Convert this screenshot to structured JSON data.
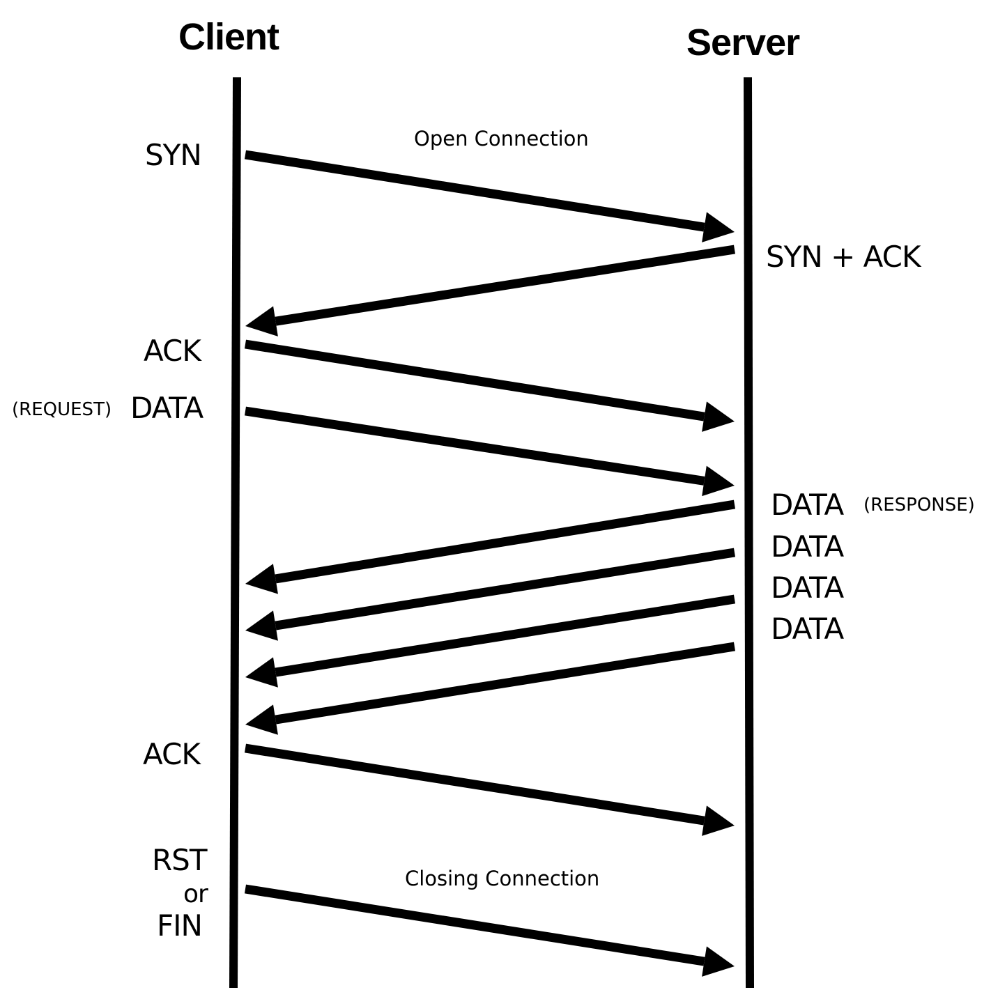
{
  "diagram": {
    "type": "sequence",
    "participants": [
      {
        "id": "client",
        "label": "Client"
      },
      {
        "id": "server",
        "label": "Server"
      }
    ],
    "annotations": {
      "open": "Open Connection",
      "close": "Closing Connection"
    },
    "messages": [
      {
        "from": "client",
        "to": "server",
        "label": "SYN"
      },
      {
        "from": "server",
        "to": "client",
        "label": "SYN + ACK"
      },
      {
        "from": "client",
        "to": "server",
        "label": "ACK"
      },
      {
        "from": "client",
        "to": "server",
        "label": "DATA",
        "qualifier": "(REQUEST)"
      },
      {
        "from": "server",
        "to": "client",
        "label": "DATA",
        "qualifier": "(RESPONSE)"
      },
      {
        "from": "server",
        "to": "client",
        "label": "DATA"
      },
      {
        "from": "server",
        "to": "client",
        "label": "DATA"
      },
      {
        "from": "server",
        "to": "client",
        "label": "DATA"
      },
      {
        "from": "client",
        "to": "server",
        "label": "ACK"
      },
      {
        "from": "client",
        "to": "server",
        "label": "RST",
        "label_or": "or",
        "label_alt": "FIN"
      }
    ],
    "colors": {
      "stroke": "#000000",
      "background": "#ffffff"
    }
  }
}
